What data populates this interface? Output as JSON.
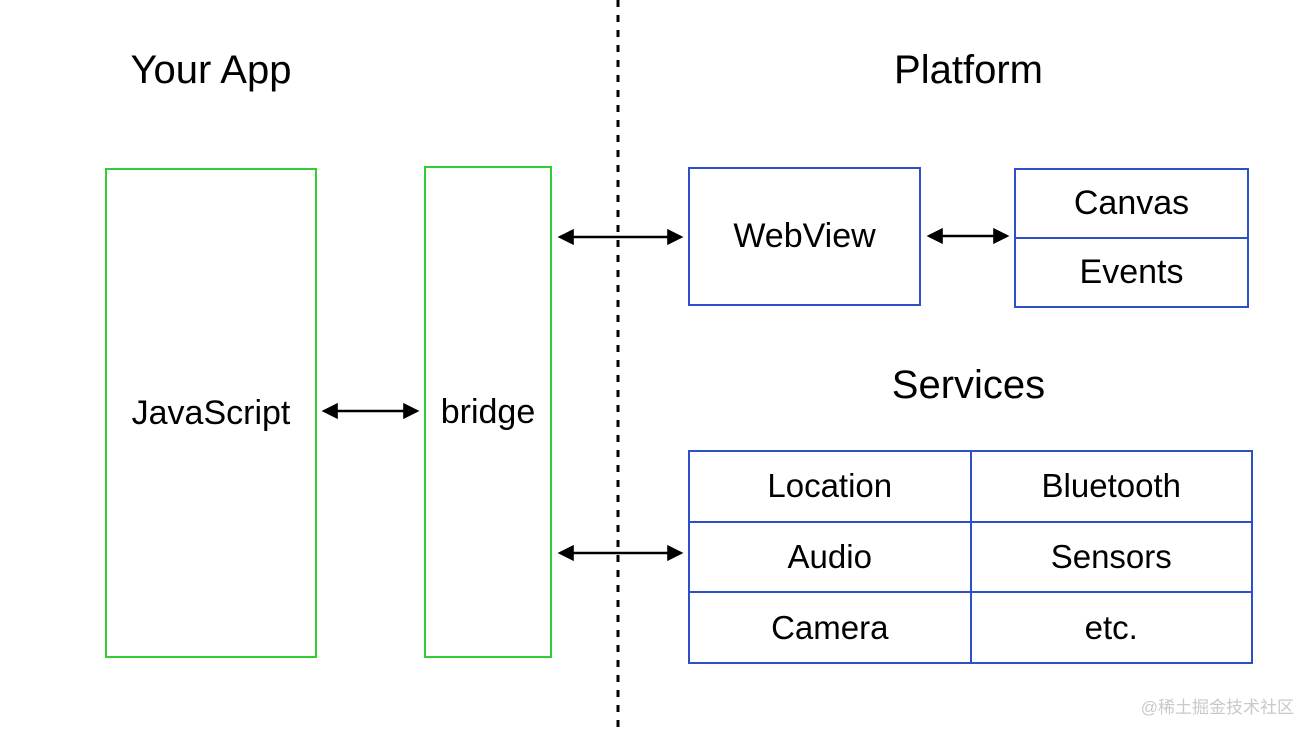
{
  "titles": {
    "your_app": "Your App",
    "platform": "Platform",
    "services": "Services"
  },
  "boxes": {
    "javascript": "JavaScript",
    "bridge": "bridge",
    "webview": "WebView",
    "canvas": "Canvas",
    "events": "Events"
  },
  "services_table": {
    "rows": [
      [
        "Location",
        "Bluetooth"
      ],
      [
        "Audio",
        "Sensors"
      ],
      [
        "Camera",
        "etc."
      ]
    ]
  },
  "watermark": "@稀土掘金技术社区",
  "colors": {
    "green": "#33cc33",
    "blue": "#2d50c8",
    "text": "#000000",
    "watermark": "#c9c9c9"
  }
}
